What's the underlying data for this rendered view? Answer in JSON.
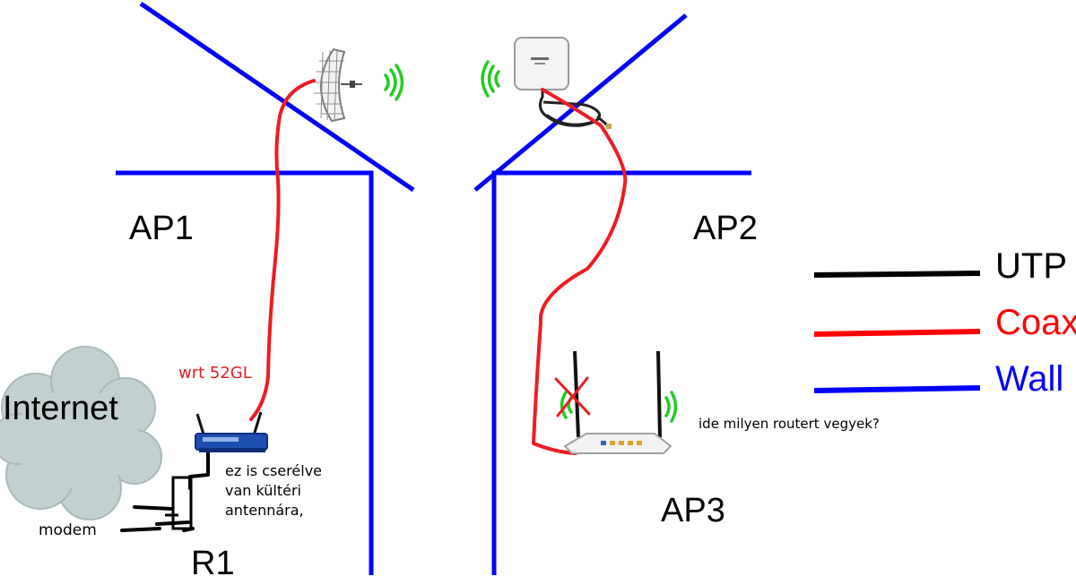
{
  "labels": {
    "ap1": "AP1",
    "ap2": "AP2",
    "ap3": "AP3",
    "r1": "R1",
    "internet": "Internet",
    "modem": "modem",
    "wrt": "wrt 52GL",
    "note_line1": "ez is cserélve",
    "note_line2": "van kültéri",
    "note_line3": "antennára,",
    "question": "ide milyen routert vegyek?"
  },
  "legend": [
    {
      "label": "UTP",
      "color": "#000000"
    },
    {
      "label": "Coax",
      "color": "#ff0000"
    },
    {
      "label": "Wall",
      "color": "#0000ff"
    }
  ],
  "colors": {
    "wall": "#0000ff",
    "coax": "#ee1c24",
    "utp": "#000000",
    "signal": "#22cc22",
    "cloud": "#c3d0d0",
    "router_blue": "#1e4fb0",
    "wrt_text": "#e02020"
  },
  "icons": {
    "grid_antenna": "grid-dish-antenna-icon",
    "panel_antenna": "panel-antenna-icon",
    "router_wrt": "wifi-router-icon",
    "router_ap3": "wifi-router-icon",
    "cloud": "cloud-icon",
    "modem": "modem-icon",
    "cross": "red-x-icon"
  }
}
